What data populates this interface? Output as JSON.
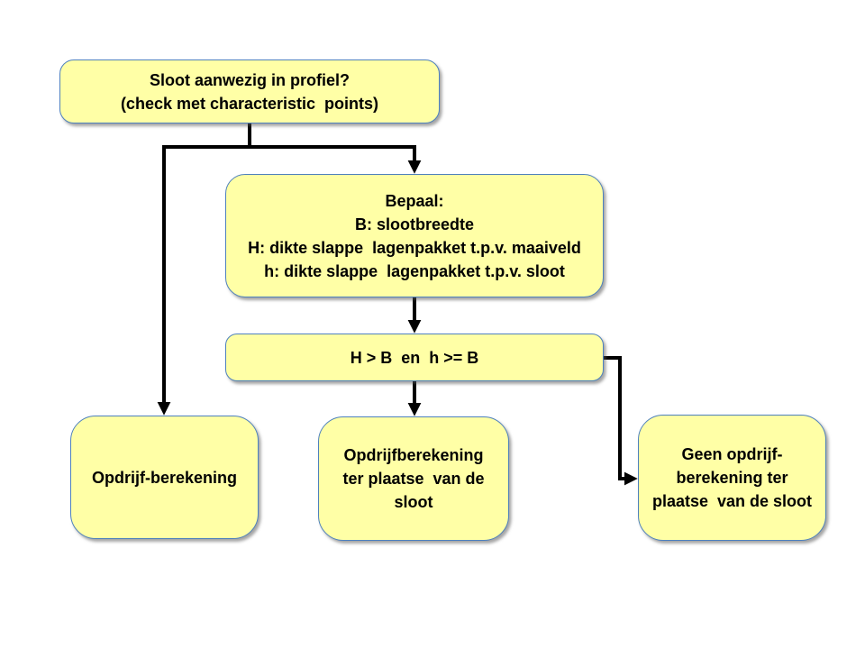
{
  "theme": {
    "background": "#FFFFFF",
    "node_fill": "#FFFFA6",
    "node_border": "#4E81BD",
    "connector_color": "#000000",
    "text_color": "#000000"
  },
  "nodes": {
    "question": {
      "line1": "Sloot aanwezig in profiel?",
      "line2": "(check met characteristic  points)"
    },
    "bepaal": {
      "line1": "Bepaal:",
      "line2": "B: slootbreedte",
      "line3": "H: dikte slappe  lagenpakket t.p.v. maaiveld",
      "line4": "h: dikte slappe  lagenpakket t.p.v. sloot"
    },
    "condition": {
      "line1": "H > B  en  h >= B"
    },
    "opdrijf": {
      "line1": "Opdrijf-berekening"
    },
    "opdrijf_sloot": {
      "line1": "Opdrijfberekening",
      "line2": "ter plaatse  van de",
      "line3": "sloot"
    },
    "geen_opdrijf": {
      "line1": "Geen opdrijf-",
      "line2": "berekening ter",
      "line3": "plaatse  van de sloot"
    }
  }
}
